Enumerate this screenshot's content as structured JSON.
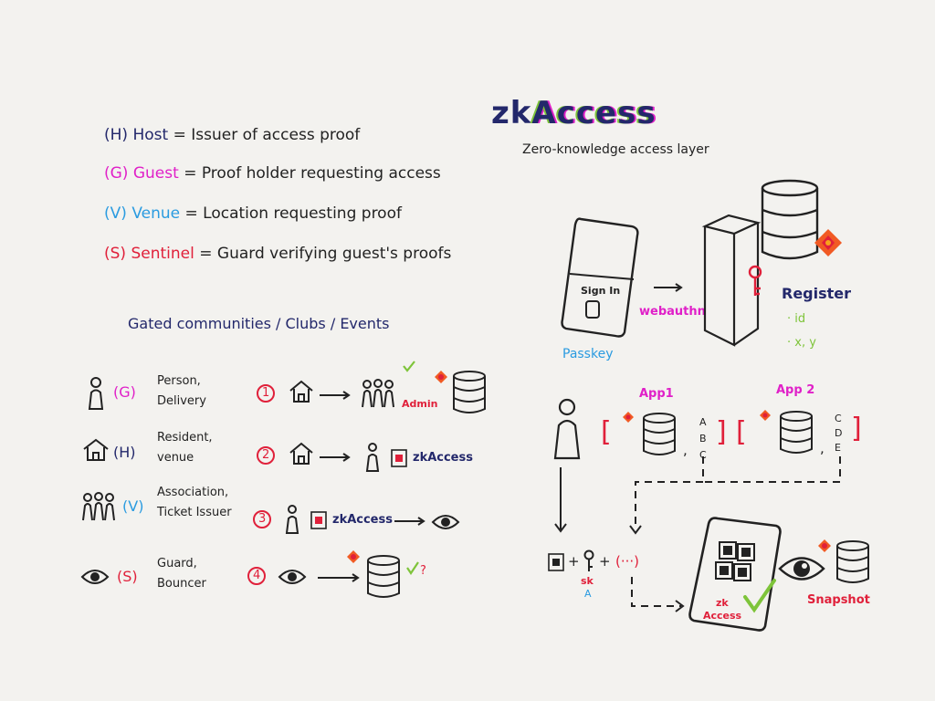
{
  "colors": {
    "host": "#23286b",
    "guest": "#e020c8",
    "venue": "#2a9be0",
    "sentinel": "#e0203a",
    "check": "#7ec43a",
    "stroke": "#222222"
  },
  "legend": [
    {
      "code": "(H)",
      "role": "Host",
      "eq": "=",
      "desc": "Issuer of access proof"
    },
    {
      "code": "(G)",
      "role": "Guest",
      "eq": "=",
      "desc": "Proof holder requesting access"
    },
    {
      "code": "(V)",
      "role": "Venue",
      "eq": "=",
      "desc": "Location requesting proof"
    },
    {
      "code": "(S)",
      "role": "Sentinel",
      "eq": "=",
      "desc": "Guard verifying guest's proofs"
    }
  ],
  "use_case_heading": "Gated communities / Clubs / Events",
  "roles": [
    {
      "code": "(G)",
      "line1": "Person,",
      "line2": "Delivery",
      "icon": "person-icon"
    },
    {
      "code": "(H)",
      "line1": "Resident,",
      "line2": "venue",
      "icon": "house-icon"
    },
    {
      "code": "(V)",
      "line1": "Association,",
      "line2": "Ticket Issuer",
      "icon": "group-icon"
    },
    {
      "code": "(S)",
      "line1": "Guard,",
      "line2": "Bouncer",
      "icon": "eye-icon"
    }
  ],
  "steps": [
    {
      "num": "1",
      "label": "Admin"
    },
    {
      "num": "2",
      "label": "zkAccess"
    },
    {
      "num": "3",
      "label": "zkAccess"
    },
    {
      "num": "4",
      "label": "?"
    }
  ],
  "brand": {
    "title_zk": "zk",
    "title_access": "Access",
    "subtitle": "Zero-knowledge access layer"
  },
  "registration": {
    "phone_text": "Sign In",
    "arrow_label": "webauthn",
    "passkey_label": "Passkey",
    "register_label": "Register",
    "register_items": [
      "· id",
      "· x, y"
    ]
  },
  "apps": [
    {
      "name": "App1",
      "letters": [
        "A",
        "B",
        "C"
      ]
    },
    {
      "name": "App 2",
      "letters": [
        "C",
        "D",
        "E"
      ]
    }
  ],
  "bundle": {
    "sk_label": "sk",
    "sk_sub": "A",
    "ellipsis": "(···)"
  },
  "final": {
    "phone_label_1": "zk",
    "phone_label_2": "Access",
    "snapshot_label": "Snapshot"
  }
}
